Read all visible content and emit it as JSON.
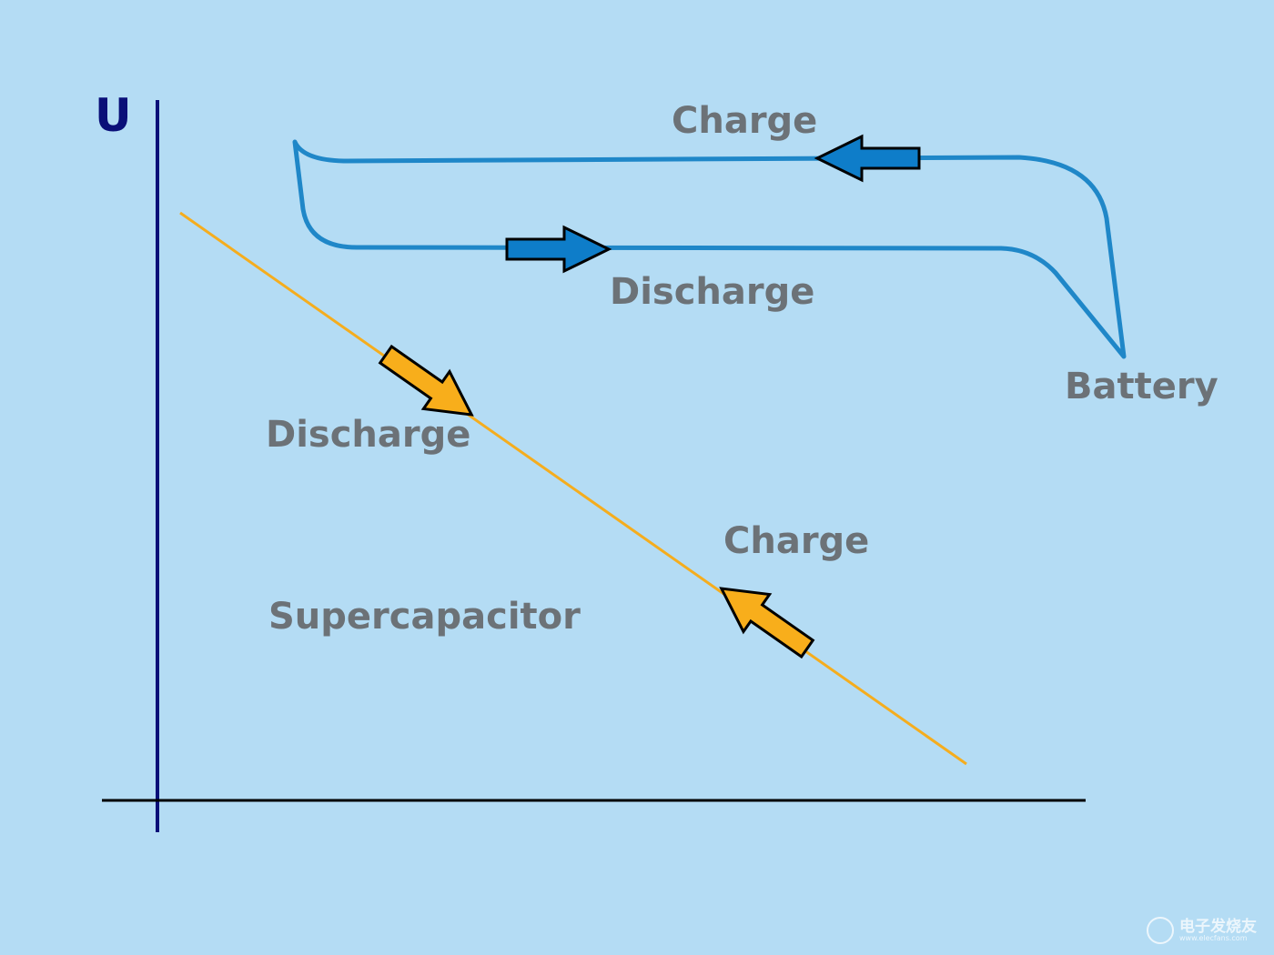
{
  "axes": {
    "y_label": "U"
  },
  "battery": {
    "name": "Battery",
    "charge_label": "Charge",
    "discharge_label": "Discharge",
    "color": "#1f87c8",
    "arrow_color": "#0e7dc9"
  },
  "supercapacitor": {
    "name": "Supercapacitor",
    "charge_label": "Charge",
    "discharge_label": "Discharge",
    "color": "#f5ad1e",
    "arrow_color": "#f8ae1b"
  },
  "watermark": {
    "name": "电子发烧友",
    "url": "www.elecfans.com"
  },
  "colors": {
    "background": "#b4dcf4",
    "y_axis": "#0a0f78",
    "x_axis": "#000000",
    "label_text": "#6c7277"
  }
}
